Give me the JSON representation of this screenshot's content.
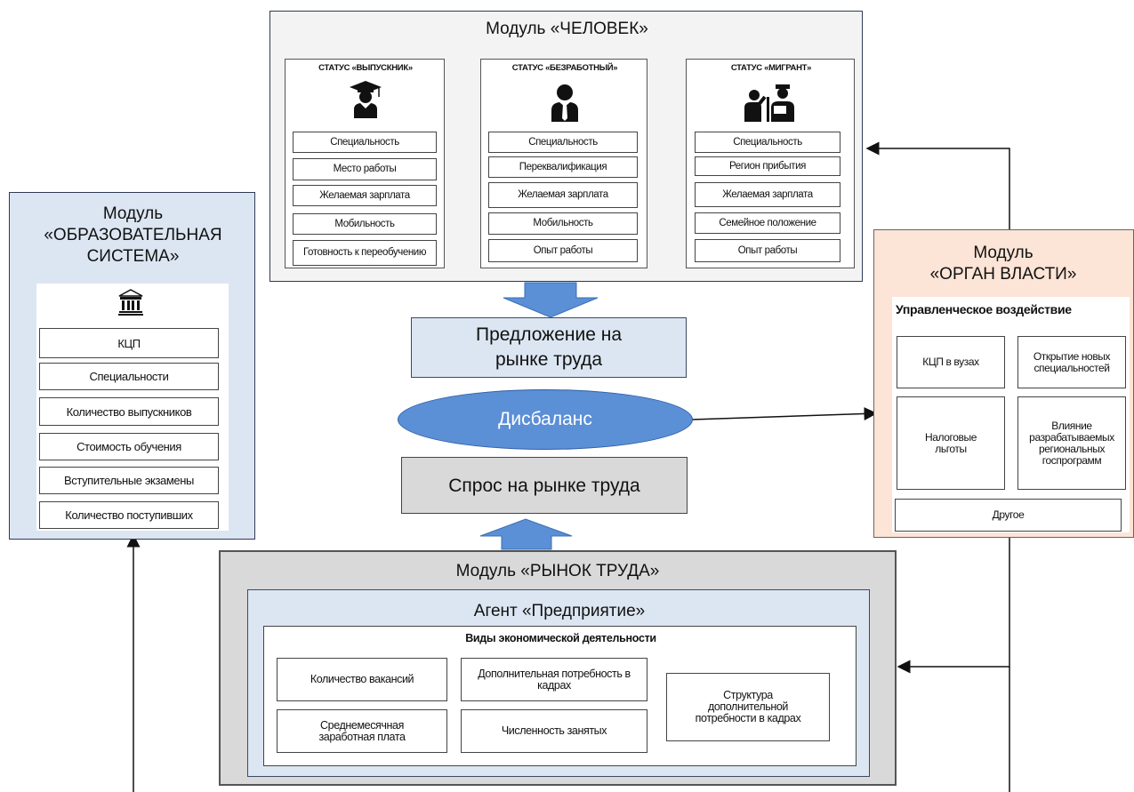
{
  "human": {
    "title": "Модуль «ЧЕЛОВЕК»",
    "graduate": {
      "status": "СТАТУС «ВЫПУСКНИК»",
      "items": [
        "Специальность",
        "Место работы",
        "Желаемая зарплата",
        "Мобильность",
        "Готовность к переобучению"
      ]
    },
    "unemployed": {
      "status": "СТАТУС «БЕЗРАБОТНЫЙ»",
      "items": [
        "Специальность",
        "Переквалификация",
        "Желаемая зарплата",
        "Мобильность",
        "Опыт работы"
      ]
    },
    "migrant": {
      "status": "СТАТУС «МИГРАНТ»",
      "items": [
        "Специальность",
        "Регион прибытия",
        "Желаемая зарплата",
        "Семейное положение",
        "Опыт работы"
      ]
    }
  },
  "education": {
    "title_line1": "Модуль",
    "title_line2": "«ОБРАЗОВАТЕЛЬНАЯ",
    "title_line3": "СИСТЕМА»",
    "items": [
      "КЦП",
      "Специальности",
      "Количество выпускников",
      "Стоимость обучения",
      "Вступительные экзамены",
      "Количество поступивших"
    ]
  },
  "center": {
    "supply": "Предложение на рынке труда",
    "imbalance": "Дисбаланс",
    "demand": "Спрос на рынке труда"
  },
  "authority": {
    "title_line1": "Модуль",
    "title_line2": "«ОРГАН ВЛАСТИ»",
    "subtitle": "Управленческое воздействие",
    "items": [
      "КЦП в вузах",
      "Открытие новых специальностей",
      "Налоговые льготы",
      "Влияние разрабатываемых региональных госпрограмм",
      "Другое"
    ]
  },
  "labor": {
    "title": "Модуль «РЫНОК ТРУДА»",
    "agent": "Агент «Предприятие»",
    "activity": "Виды экономической деятельности",
    "items": [
      "Количество вакансий",
      "Дополнительная потребность в кадрах",
      "Среднемесячная заработная плата",
      "Численность занятых",
      "Структура дополнительной потребности в кадрах"
    ]
  },
  "colors": {
    "education_bg": "#dce6f2",
    "authority_bg": "#fce4d6",
    "labor_bg": "#d9d9d9",
    "agent_bg": "#dce6f2",
    "ellipse": "#5b8fd6",
    "arrow": "#5b8fd6"
  }
}
